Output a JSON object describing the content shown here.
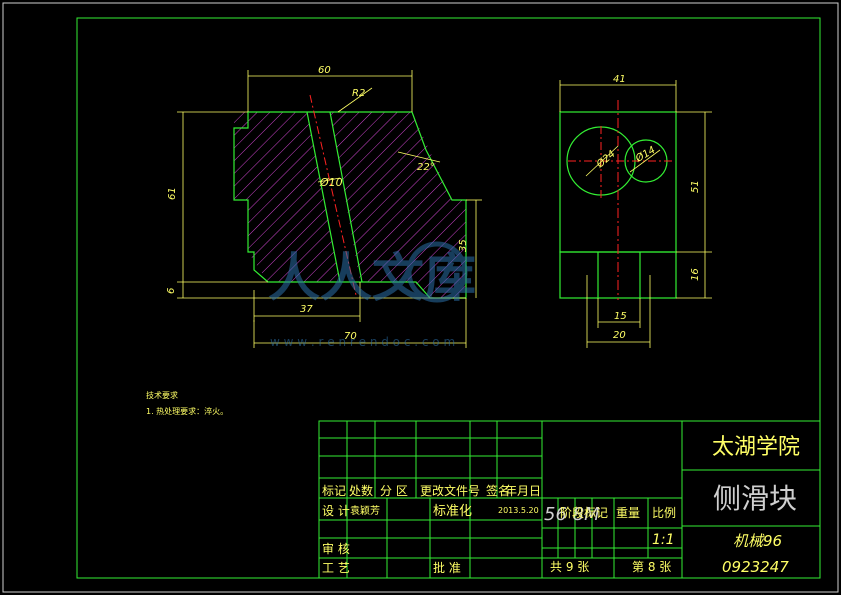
{
  "drawing": {
    "dims": {
      "width_60": "60",
      "radius_r2": "R2",
      "angle_22": "22°",
      "diameter_10": "Ø10",
      "height_61": "61",
      "height_35": "35",
      "offset_6": "6",
      "width_37": "37",
      "width_70": "70",
      "width_41": "41",
      "diameter_24": "Ø24",
      "diameter_14": "Ø14",
      "height_51": "51",
      "height_16": "16",
      "width_15": "15",
      "width_20": "20"
    },
    "notes": {
      "title": "技术要求",
      "line1": "1. 热处理要求：淬火。"
    }
  },
  "watermark": {
    "text": "人人文库",
    "url": "w w w . r e n r e n d o c . c o m"
  },
  "title_block": {
    "school": "太湖学院",
    "part_name": "侧滑块",
    "class_name": "机械96",
    "student_id": "0923247",
    "header_row": [
      "标记",
      "处数",
      "分 区",
      "更改文件号",
      "签名",
      "年月日"
    ],
    "design_label": "设 计",
    "designer": "袁颖芳",
    "standard_label": "标准化",
    "date": "2013.5.20",
    "stage_label": "阶段标记",
    "weight_label": "重量",
    "scale_label": "比例",
    "scale_value": "1:1",
    "check_label": "审 核",
    "process_label": "工 艺",
    "approve_label": "批 准",
    "total_sheets": "共 9 张",
    "sheet_no": "第 8 张",
    "handwritten": "56 8M"
  }
}
